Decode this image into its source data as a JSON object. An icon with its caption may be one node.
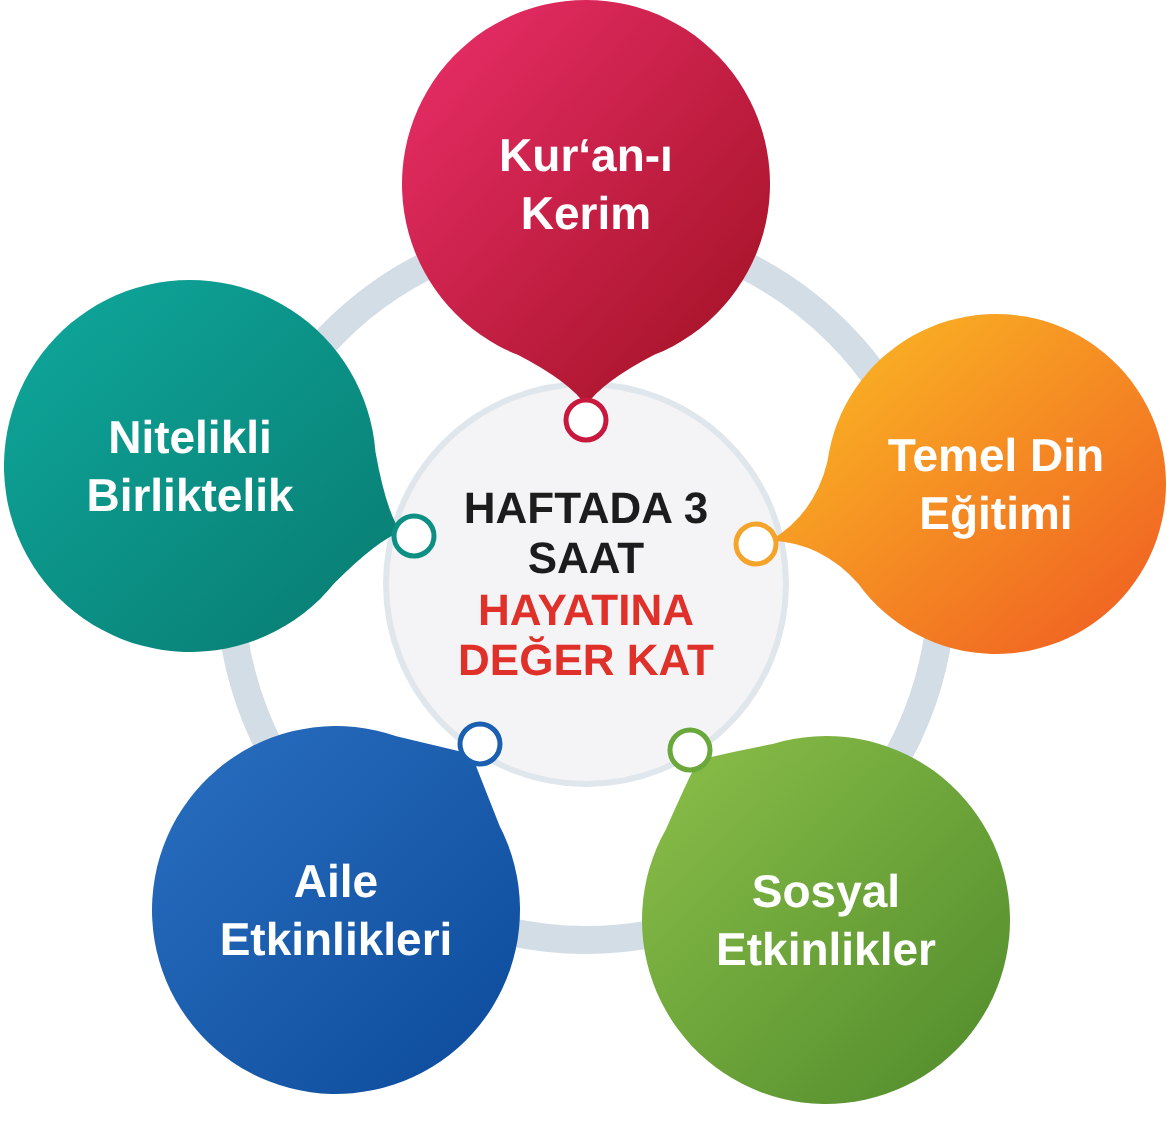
{
  "diagram": {
    "nodes": [
      {
        "text": [
          "HAFTADA 3 SAAT",
          "HAYATINA DEĞER KAT"
        ]
      },
      {
        "text": [
          "Kur‘an-ı Kerim"
        ]
      },
      {
        "text": [
          "Temel Din Eğitimi"
        ]
      },
      {
        "text": [
          "Sosyal Etkinlikler"
        ]
      },
      {
        "text": [
          "Aile Etkinlikleri"
        ]
      },
      {
        "text": [
          "Nitelikli Birliktelik"
        ]
      }
    ]
  }
}
